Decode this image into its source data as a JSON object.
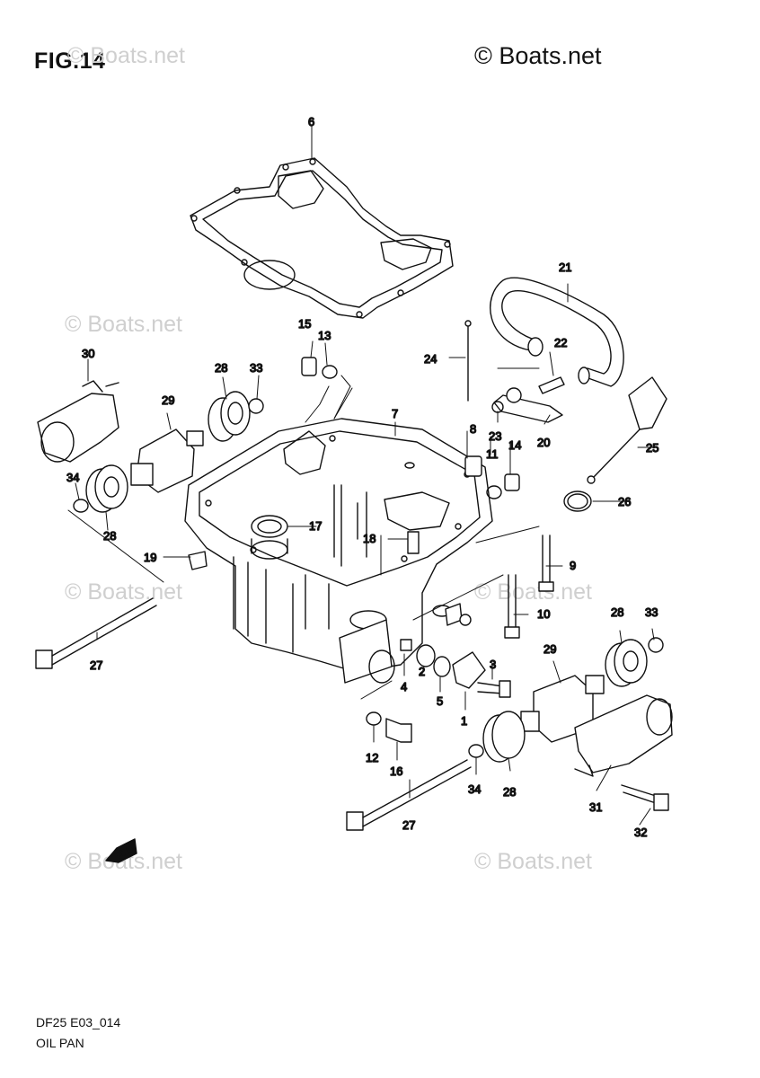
{
  "header": {
    "figure": "FIG.14",
    "copyright": "© Boats.net"
  },
  "watermark": "© Boats.net",
  "footer": {
    "code": "DF25 E03_014",
    "name": "OIL PAN"
  },
  "direction_tag": "FWD",
  "callouts": {
    "p1": "1",
    "p2": "2",
    "p3": "3",
    "p4": "4",
    "p5": "5",
    "p6": "6",
    "p7": "7",
    "p8": "8",
    "p9": "9",
    "p10": "10",
    "p11": "11",
    "p12": "12",
    "p13": "13",
    "p14": "14",
    "p15": "15",
    "p16": "16",
    "p17": "17",
    "p18": "18",
    "p19": "19",
    "p20": "20",
    "p21": "21",
    "p22": "22",
    "p23": "23",
    "p24": "24",
    "p25": "25",
    "p26": "26",
    "p27a": "27",
    "p27b": "27",
    "p28a": "28",
    "p28b": "28",
    "p28c": "28",
    "p28d": "28",
    "p29a": "29",
    "p29b": "29",
    "p30": "30",
    "p31": "31",
    "p32": "32",
    "p33a": "33",
    "p33b": "33",
    "p34a": "34",
    "p34b": "34"
  }
}
